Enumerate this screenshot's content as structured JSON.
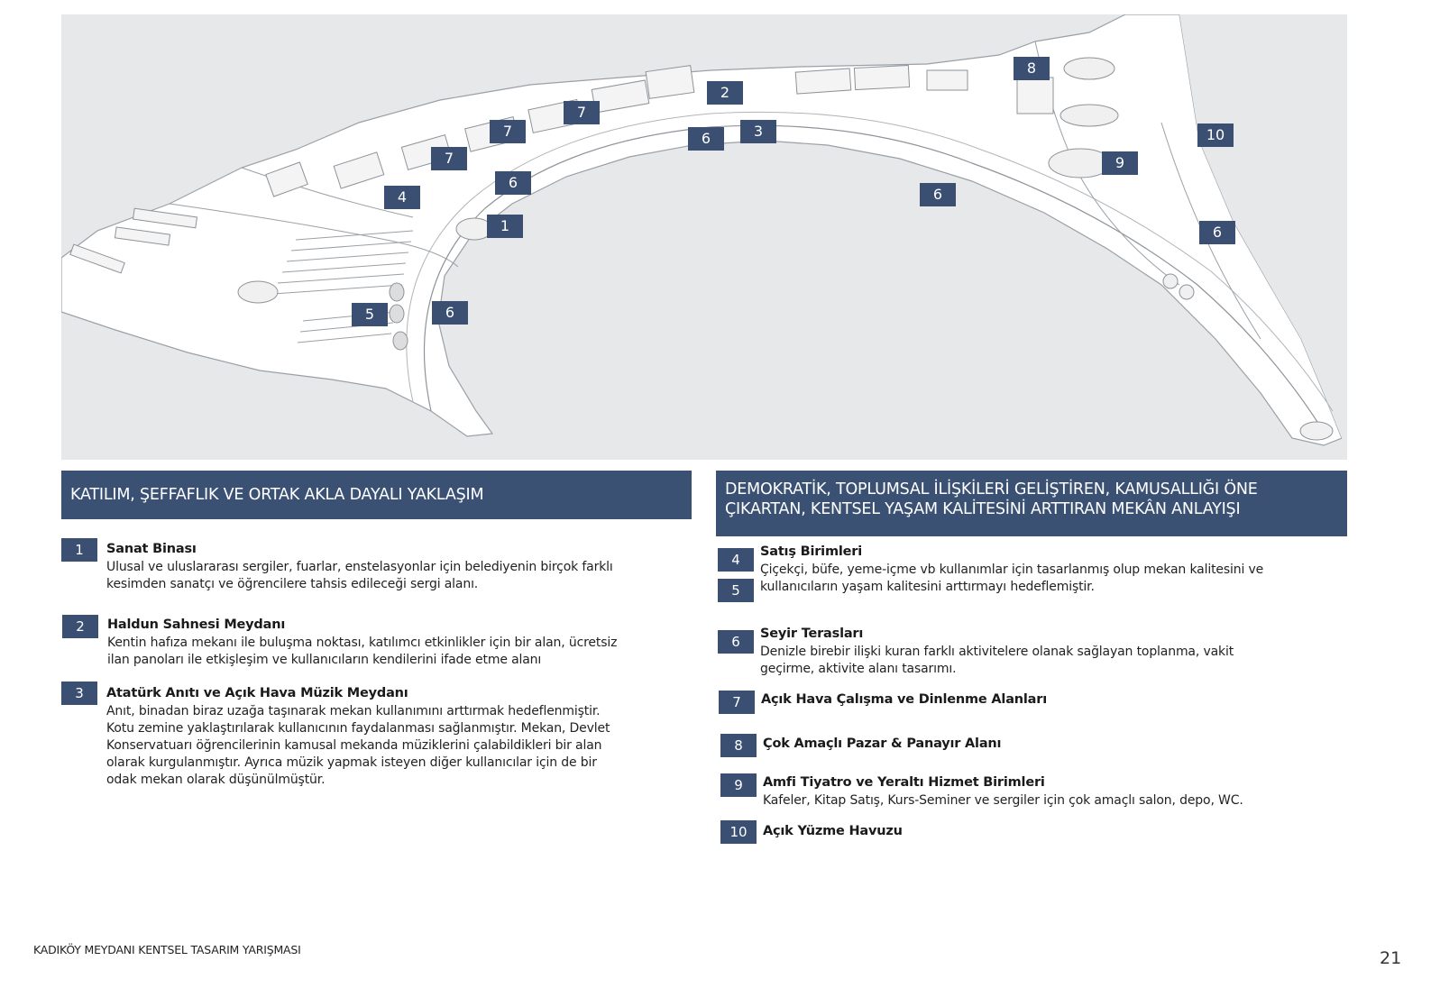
{
  "markers": [
    {
      "label": "8"
    },
    {
      "label": "2"
    },
    {
      "label": "7"
    },
    {
      "label": "7"
    },
    {
      "label": "6"
    },
    {
      "label": "3"
    },
    {
      "label": "10"
    },
    {
      "label": "7"
    },
    {
      "label": "9"
    },
    {
      "label": "6"
    },
    {
      "label": "4"
    },
    {
      "label": "6"
    },
    {
      "label": "1"
    },
    {
      "label": "6"
    },
    {
      "label": "5"
    },
    {
      "label": "6"
    }
  ],
  "left_banner": "KATILIM, ŞEFFAFLIK VE ORTAK AKLA DAYALI YAKLAŞIM",
  "right_banner_line1": "DEMOKRATİK, TOPLUMSAL İLİŞKİLERİ GELİŞTİREN, KAMUSALLIĞI ÖNE",
  "right_banner_line2": "ÇIKARTAN, KENTSEL YAŞAM KALİTESİNİ ARTTIRAN MEKÂN ANLAYIŞI",
  "left_items": [
    {
      "num": "1",
      "title": "Sanat Binası",
      "lines": [
        "Ulusal ve uluslararası sergiler, fuarlar, enstelasyonlar için belediyenin birçok farklı",
        "kesimden sanatçı ve öğrencilere tahsis edileceği sergi alanı."
      ]
    },
    {
      "num": "2",
      "title": "Haldun Sahnesi Meydanı",
      "lines": [
        "Kentin hafıza mekanı ile buluşma noktası, katılımcı etkinlikler için bir alan, ücretsiz",
        "ilan panoları ile etkişleşim ve kullanıcıların kendilerini ifade etme alanı"
      ]
    },
    {
      "num": "3",
      "title": "Atatürk Anıtı ve Açık Hava Müzik Meydanı",
      "lines": [
        "Anıt, binadan biraz uzağa taşınarak mekan kullanımını arttırmak hedeflenmiştir.",
        "Kotu zemine yaklaştırılarak kullanıcının faydalanması sağlanmıştır. Mekan, Devlet",
        "Konservatuarı öğrencilerinin kamusal mekanda müziklerini çalabildikleri bir alan",
        "olarak kurgulanmıştır. Ayrıca müzik yapmak isteyen diğer kullanıcılar için de bir",
        "odak mekan olarak düşünülmüştür."
      ]
    }
  ],
  "right_items": {
    "i45": {
      "num_a": "4",
      "num_b": "5",
      "title": "Satış Birimleri",
      "lines": [
        "Çiçekçi, büfe, yeme-içme vb kullanımlar için tasarlanmış olup mekan kalitesini ve",
        "kullanıcıların yaşam kalitesini arttırmayı hedeflemiştir."
      ]
    },
    "i6": {
      "num": "6",
      "title": "Seyir Terasları",
      "lines": [
        "Denizle birebir ilişki kuran farklı aktivitelere olanak sağlayan toplanma, vakit",
        "geçirme, aktivite alanı tasarımı."
      ]
    },
    "i7": {
      "num": "7",
      "title": "Açık Hava Çalışma ve Dinlenme Alanları"
    },
    "i8": {
      "num": "8",
      "title": "Çok Amaçlı Pazar & Panayır Alanı"
    },
    "i9": {
      "num": "9",
      "title": "Amfi Tiyatro ve Yeraltı Hizmet Birimleri",
      "lines": [
        "Kafeler, Kitap Satış, Kurs-Seminer ve sergiler için çok amaçlı salon, depo, WC."
      ]
    },
    "i10": {
      "num": "10",
      "title": "Açık Yüzme Havuzu"
    }
  },
  "footer": "KADIKÖY MEYDANI KENTSEL TASARIM YARIŞMASI",
  "page_number": "21",
  "colors": {
    "accent": "#3b5174",
    "map_bg": "#e6e8ea"
  }
}
